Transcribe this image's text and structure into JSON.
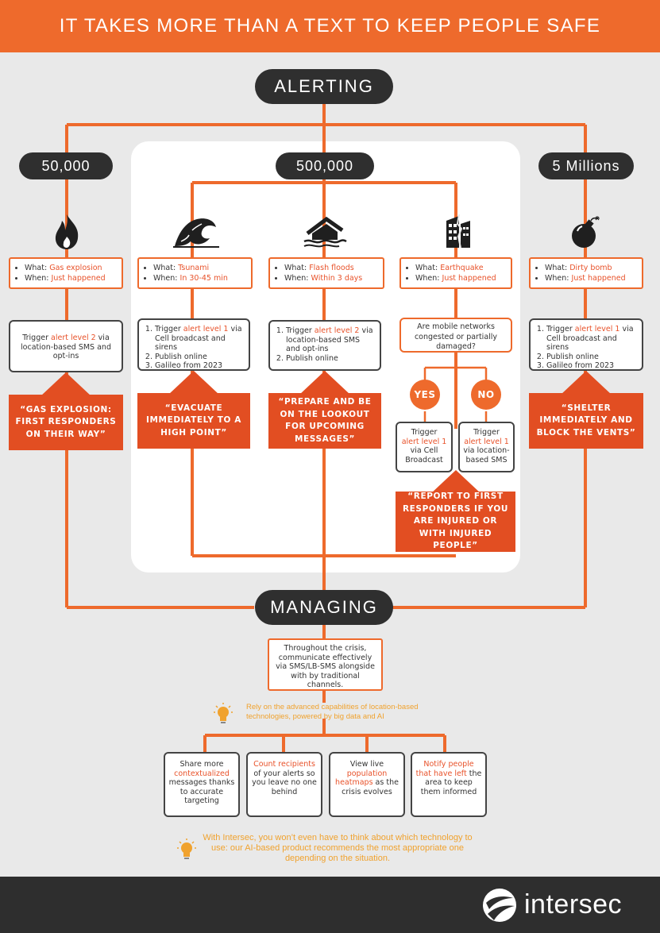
{
  "header": {
    "title": "IT TAKES MORE THAN A TEXT TO KEEP PEOPLE SAFE"
  },
  "alerting": {
    "label": "ALERTING"
  },
  "managing": {
    "label": "MANAGING"
  },
  "populations": {
    "small": "50,000",
    "mid": "500,000",
    "large": "5 Millions"
  },
  "scenarios": [
    {
      "what_label": "What:",
      "what": "Gas explosion",
      "when_label": "When:",
      "when": "Just happened",
      "icon": "fire-icon",
      "action_pre": "Trigger ",
      "action_hl": "alert level 2",
      "action_post": " via location-based SMS and opt-ins",
      "quote": "“GAS EXPLOSION: FIRST RESPONDERS ON THEIR WAY”"
    },
    {
      "what_label": "What:",
      "what": "Tsunami",
      "when_label": "When:",
      "when": "In 30-45 min",
      "icon": "wave-icon",
      "steps": [
        {
          "pre": "Trigger ",
          "hl": "alert level 1",
          "post": " via Cell broadcast and sirens"
        },
        {
          "pre": "Publish online",
          "hl": "",
          "post": ""
        },
        {
          "pre": "Galileo from 2023",
          "hl": "",
          "post": ""
        }
      ],
      "quote": "“EVACUATE IMMEDIATELY TO A HIGH POINT”"
    },
    {
      "what_label": "What:",
      "what": "Flash floods",
      "when_label": "When:",
      "when": "Within 3 days",
      "icon": "flooded-house-icon",
      "steps": [
        {
          "pre": "Trigger ",
          "hl": "alert level 2",
          "post": " via location-based SMS and opt-ins"
        },
        {
          "pre": "Publish online",
          "hl": "",
          "post": ""
        }
      ],
      "quote": "“PREPARE AND BE ON THE LOOKOUT FOR UPCOMING MESSAGES”"
    },
    {
      "what_label": "What:",
      "what": "Earthquake",
      "when_label": "When:",
      "when": "Just happened",
      "icon": "cracked-building-icon",
      "question": "Are mobile networks congested or partially damaged?",
      "yes": "YES",
      "no": "NO",
      "yes_pre": "Trigger",
      "yes_hl": "alert level 1",
      "yes_post": "via Cell Broadcast",
      "no_pre": "Trigger",
      "no_hl": "alert level 1",
      "no_post": "via location-based SMS",
      "quote": "“REPORT TO FIRST RESPONDERS IF YOU ARE INJURED OR WITH INJURED PEOPLE”"
    },
    {
      "what_label": "What:",
      "what": "Dirty bomb",
      "when_label": "When:",
      "when": "Just happened",
      "icon": "bomb-icon",
      "steps": [
        {
          "pre": "Trigger ",
          "hl": "alert level 1",
          "post": " via Cell broadcast and sirens"
        },
        {
          "pre": "Publish online",
          "hl": "",
          "post": ""
        },
        {
          "pre": "Galileo from 2023",
          "hl": "",
          "post": ""
        }
      ],
      "quote": "“SHELTER IMMEDIATELY AND BLOCK THE VENTS”"
    }
  ],
  "manage_box": "Throughout the crisis, communicate effectively via SMS/LB-SMS alongside with by traditional channels.",
  "tip1": "Rely on the advanced capabilities of location-based technologies, powered by big data and AI",
  "features": [
    {
      "pre": "Share more",
      "hl": "contextualized",
      "post": "messages thanks to accurate targeting"
    },
    {
      "pre": "",
      "hl": "Count recipients",
      "post": "of your alerts so you leave no one behind"
    },
    {
      "pre": "View live",
      "hl": "population heatmaps",
      "post": "as the crisis evolves"
    },
    {
      "pre": "",
      "hl": "Notify people that have left",
      "post": "the area to keep them informed"
    }
  ],
  "tip2": "With Intersec, you won’t even have to think about which technology to use: our AI-based product recommends the most appropriate one depending on the situation.",
  "brand": "intersec",
  "colors": {
    "accent": "#ee6a2c",
    "quote": "#e24e22",
    "dark": "#2f2f2f",
    "tip": "#f0a22e"
  }
}
